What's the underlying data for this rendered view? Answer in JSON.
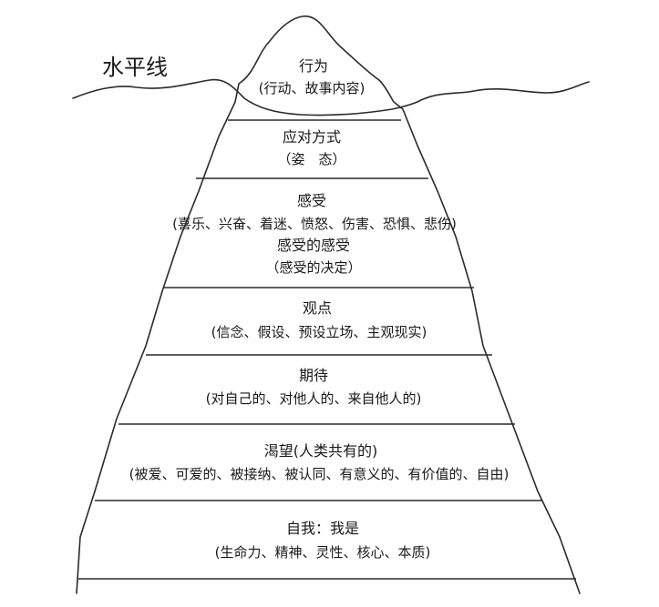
{
  "waterline_label": "水平线",
  "layers": [
    {
      "id": "behavior",
      "title": "行为",
      "detail": "(行动、故事内容)"
    },
    {
      "id": "coping",
      "title": "应对方式",
      "detail": "（姿　态）"
    },
    {
      "id": "feelings",
      "title": "感受",
      "detail": "(喜乐、兴奋、着迷、愤怒、伤害、恐惧、悲伤)",
      "title2": "感受的感受",
      "detail2": "（感受的决定）"
    },
    {
      "id": "perceptions",
      "title": "观点",
      "detail": "(信念、假设、预设立场、主观现实)"
    },
    {
      "id": "expectations",
      "title": "期待",
      "detail": "(对自己的、对他人的、来自他人的)"
    },
    {
      "id": "yearnings",
      "title": "渴望(人类共有的)",
      "detail": "(被爱、可爱的、被接纳、被认同、有意义的、有价值的、自由)"
    },
    {
      "id": "self",
      "title": "自我：我是",
      "detail": "(生命力、精神、灵性、核心、本质)"
    }
  ]
}
